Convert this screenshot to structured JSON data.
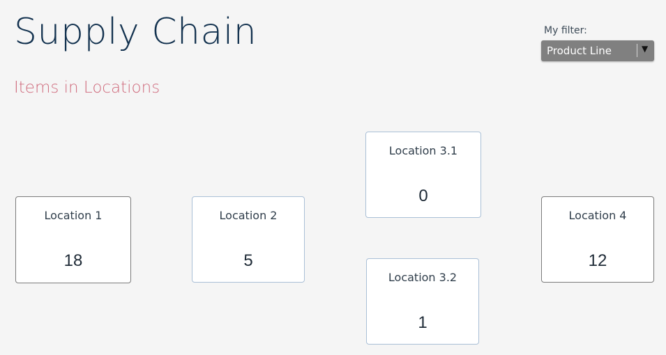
{
  "header": {
    "title": "Supply Chain",
    "subtitle": "Items in Locations"
  },
  "filter": {
    "label": "My filter:",
    "selected": "Product Line"
  },
  "locations": [
    {
      "name": "Location 1",
      "count": "18"
    },
    {
      "name": "Location 2",
      "count": "5"
    },
    {
      "name": "Location 3.1",
      "count": "0"
    },
    {
      "name": "Location 3.2",
      "count": "1"
    },
    {
      "name": "Location 4",
      "count": "12"
    }
  ]
}
